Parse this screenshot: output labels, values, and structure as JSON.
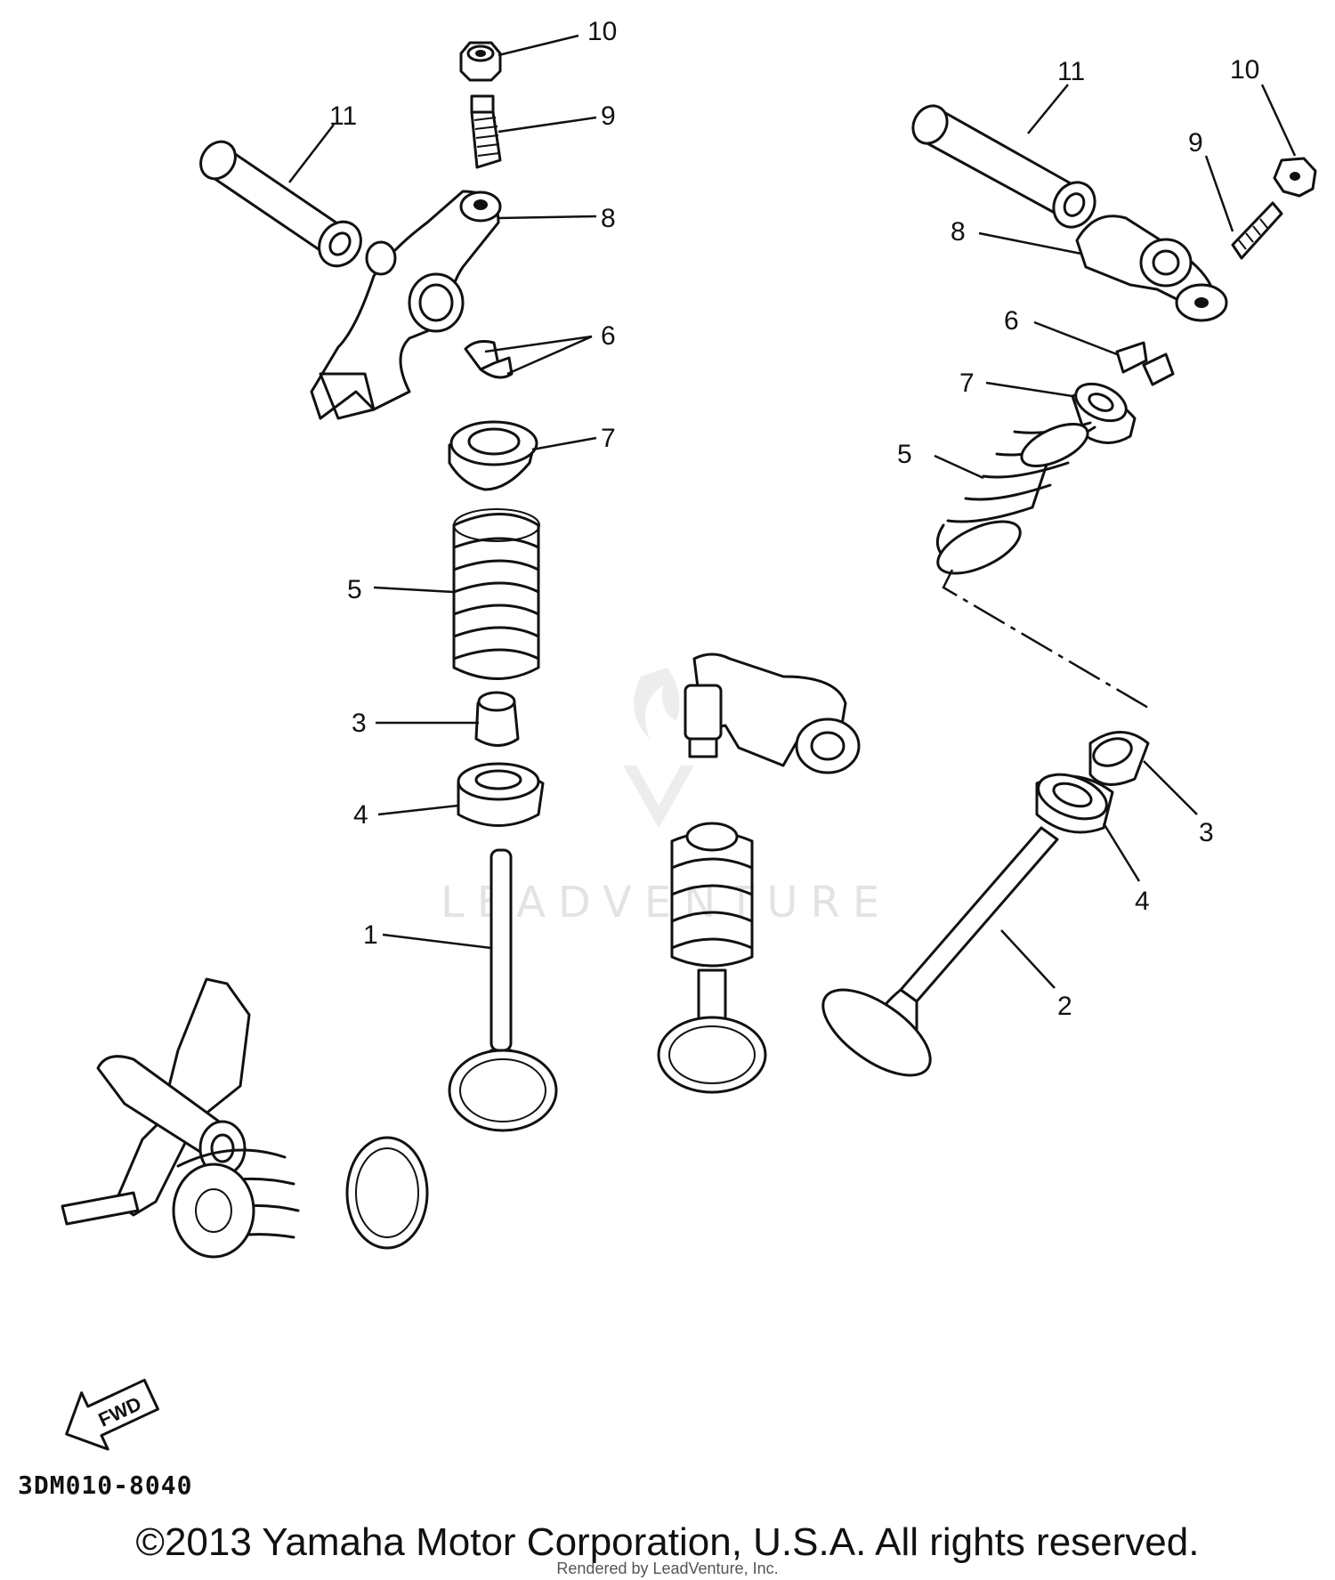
{
  "callouts": {
    "left": {
      "p10": "10",
      "p9": "9",
      "p11": "11",
      "p8": "8",
      "p6": "6",
      "p7": "7",
      "p5": "5",
      "p3": "3",
      "p4": "4",
      "p1": "1"
    },
    "right": {
      "p11": "11",
      "p10": "10",
      "p9": "9",
      "p8": "8",
      "p6": "6",
      "p7": "7",
      "p5": "5",
      "p3": "3",
      "p4": "4",
      "p2": "2"
    }
  },
  "fwd_label": "FWD",
  "watermark": "LEADVENTURE",
  "diagram_code": "3DM010-8040",
  "copyright": "©2013 Yamaha Motor Corporation, U.S.A. All rights reserved.",
  "rendered_by": "Rendered by LeadVenture, Inc."
}
